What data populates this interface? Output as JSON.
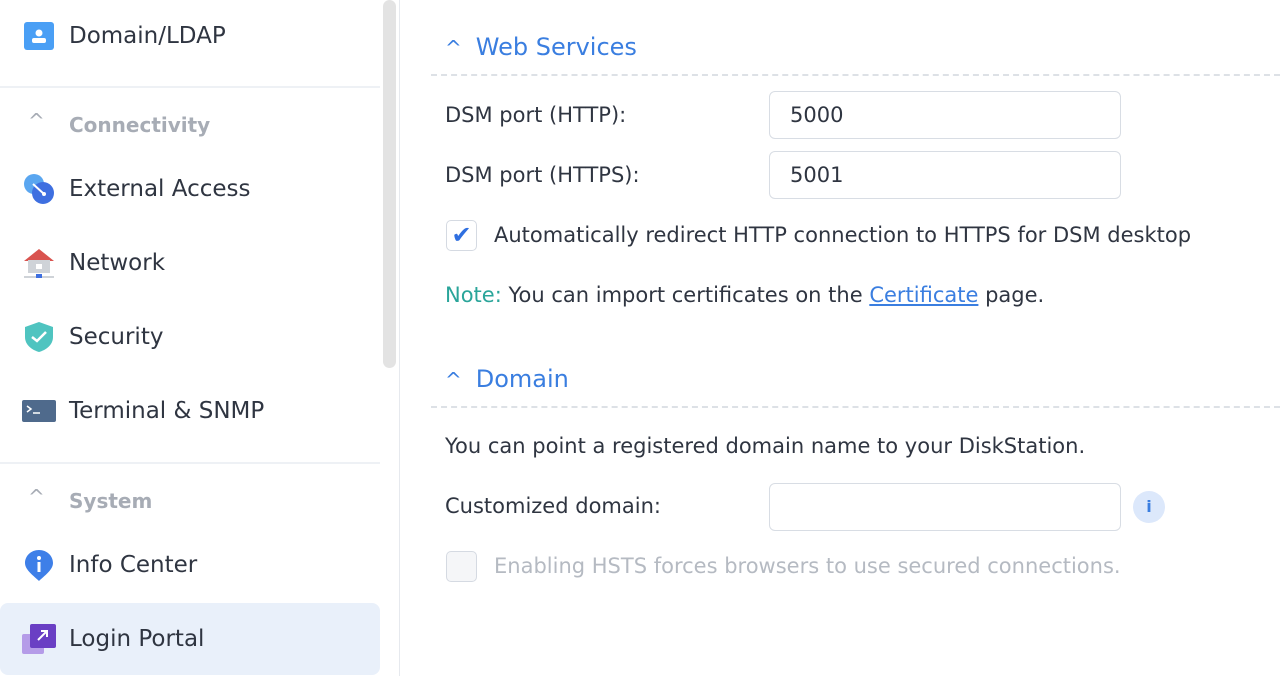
{
  "sidebar": {
    "items_top": [
      {
        "label": "Domain/LDAP",
        "icon": "domain-ldap-icon"
      }
    ],
    "groups": [
      {
        "label": "Connectivity",
        "items": [
          {
            "label": "External Access",
            "icon": "external-access-icon"
          },
          {
            "label": "Network",
            "icon": "network-icon"
          },
          {
            "label": "Security",
            "icon": "security-shield-icon"
          },
          {
            "label": "Terminal & SNMP",
            "icon": "terminal-icon"
          }
        ]
      },
      {
        "label": "System",
        "items": [
          {
            "label": "Info Center",
            "icon": "info-center-icon"
          },
          {
            "label": "Login Portal",
            "icon": "login-portal-icon",
            "active": true
          }
        ]
      }
    ]
  },
  "main": {
    "web_services": {
      "title": "Web Services",
      "http_label": "DSM port (HTTP):",
      "http_value": "5000",
      "https_label": "DSM port (HTTPS):",
      "https_value": "5001",
      "redirect_label": "Automatically redirect HTTP connection to HTTPS for DSM desktop",
      "redirect_checked": true,
      "note_prefix": "Note:",
      "note_text": " You can import certificates on the ",
      "note_link": "Certificate",
      "note_suffix": " page."
    },
    "domain": {
      "title": "Domain",
      "description": "You can point a registered domain name to your DiskStation.",
      "custom_label": "Customized domain:",
      "custom_value": "",
      "info_icon": "i",
      "hsts_label": "Enabling HSTS forces browsers to use secured connections.",
      "hsts_checked": false,
      "hsts_disabled": true
    }
  },
  "colors": {
    "accent": "#3a7ee0",
    "note": "#2aa59a",
    "active_bg": "#e9f0fa"
  }
}
